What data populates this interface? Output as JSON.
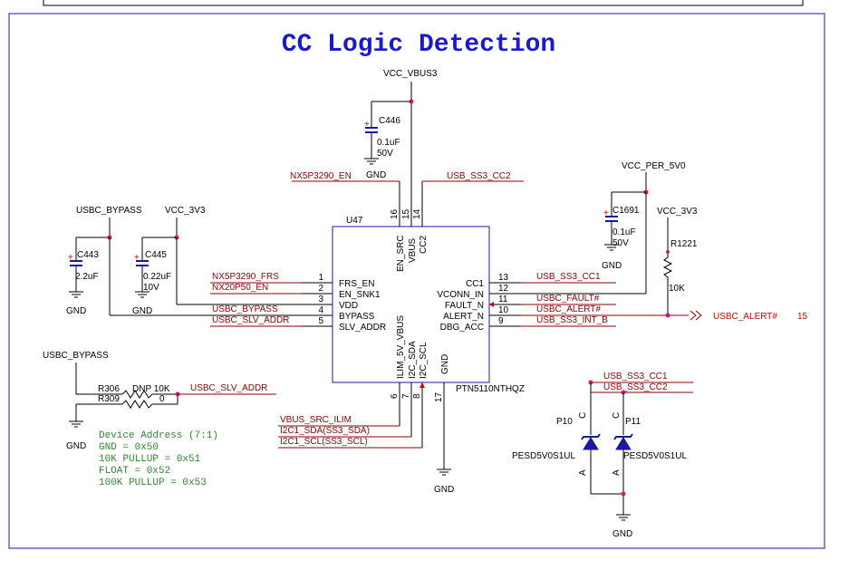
{
  "title": "CC Logic Detection",
  "ic": {
    "ref": "U47",
    "part": "PTN5110NTHQZ",
    "left_pins": [
      {
        "num": "1",
        "name": "FRS_EN",
        "net": "NX5P3290_FRS"
      },
      {
        "num": "2",
        "name": "EN_SNK1",
        "net": "NX20P50_EN"
      },
      {
        "num": "3",
        "name": "VDD",
        "net": ""
      },
      {
        "num": "4",
        "name": "BYPASS",
        "net": "USBC_BYPASS"
      },
      {
        "num": "5",
        "name": "SLV_ADDR",
        "net": "USBC_SLV_ADDR"
      }
    ],
    "right_pins": [
      {
        "num": "13",
        "name": "CC1",
        "net": "USB_SS3_CC1"
      },
      {
        "num": "12",
        "name": "VCONN_IN",
        "net": ""
      },
      {
        "num": "11",
        "name": "FAULT_N",
        "net": "USBC_FAULT#"
      },
      {
        "num": "10",
        "name": "ALERT_N",
        "net": "USBC_ALERT#"
      },
      {
        "num": "9",
        "name": "DBG_ACC",
        "net": "USB_SS3_INT_B"
      }
    ],
    "top_pins": [
      {
        "num": "16",
        "name": "EN_SRC"
      },
      {
        "num": "15",
        "name": "VBUS"
      },
      {
        "num": "14",
        "name": "CC2"
      }
    ],
    "bottom_pins": [
      {
        "num": "6",
        "name": "ILIM_5V_VBUS"
      },
      {
        "num": "7",
        "name": "I2C_SDA"
      },
      {
        "num": "8",
        "name": "I2C_SCL"
      },
      {
        "num": "17",
        "name": "GND"
      }
    ]
  },
  "nets": {
    "vcc_vbus3": "VCC_VBUS3",
    "nx5p3290_en": "NX5P3290_EN",
    "usb_ss3_cc2": "USB_SS3_CC2",
    "vcc_per_5v0": "VCC_PER_5V0",
    "vcc_3v3_left": "VCC_3V3",
    "vcc_3v3_right": "VCC_3V3",
    "usbc_bypass_top": "USBC_BYPASS",
    "usbc_bypass_left": "USBC_BYPASS",
    "usbc_slv_addr": "USBC_SLV_ADDR",
    "usbc_alert_out": "USBC_ALERT#",
    "usbc_alert_page": "15",
    "vbus_src_ilim": "VBUS_SRC_ILIM",
    "i2c1_sda": "I2C1_SDA(SS3_SDA)",
    "i2c1_scl": "I2C1_SCL(SS3_SCL)",
    "usb_ss3_cc1_r": "USB_SS3_CC1",
    "usb_ss3_cc2_r": "USB_SS3_CC2",
    "gnd": "GND"
  },
  "components": {
    "c446": {
      "ref": "C446",
      "value": "0.1uF",
      "voltage": "50V"
    },
    "c1691": {
      "ref": "C1691",
      "value": "0.1uF",
      "voltage": "50V"
    },
    "c443": {
      "ref": "C443",
      "value": "2.2uF"
    },
    "c445": {
      "ref": "C445",
      "value": "0.22uF",
      "voltage": "10V"
    },
    "r1221": {
      "ref": "R1221",
      "value": "10K"
    },
    "r306": {
      "ref": "R306",
      "value": "DNP 10K"
    },
    "r309": {
      "ref": "R309",
      "value": "0"
    },
    "p10": {
      "ref": "P10",
      "part": "PESD5V0S1UL",
      "c": "C",
      "a": "A"
    },
    "p11": {
      "ref": "P11",
      "part": "PESD5V0S1UL",
      "c": "C",
      "a": "A"
    }
  },
  "notes": [
    "Device Address (7:1)",
    "GND = 0x50",
    "10K PULLUP = 0x51",
    "FLOAT = 0x52",
    "100K PULLUP = 0x53"
  ]
}
